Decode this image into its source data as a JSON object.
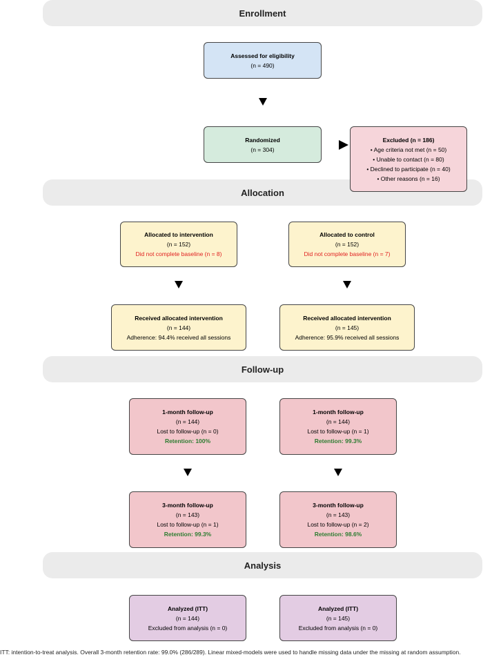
{
  "sections": {
    "enrollment": "Enrollment",
    "allocation": "Allocation",
    "followup": "Follow-up",
    "analysis": "Analysis"
  },
  "assessed": {
    "title": "Assessed for eligibility",
    "n": "(n = 490)"
  },
  "randomized": {
    "title": "Randomized",
    "n": "(n = 304)"
  },
  "excluded": {
    "title": "Excluded (n = 186)",
    "reasons": [
      "• Age criteria not met (n = 50)",
      "• Unable to contact (n = 80)",
      "• Declined to participate (n = 40)",
      "• Other reasons (n = 16)"
    ]
  },
  "alloc_int": {
    "title": "Allocated to intervention",
    "n": "(n = 152)",
    "note": "Did not complete baseline (n = 8)"
  },
  "alloc_ctl": {
    "title": "Allocated to control",
    "n": "(n = 152)",
    "note": "Did not complete baseline (n = 7)"
  },
  "recv_int": {
    "title": "Received allocated intervention",
    "n": "(n = 144)",
    "adherence": "Adherence: 94.4% received all sessions"
  },
  "recv_ctl": {
    "title": "Received allocated intervention",
    "n": "(n = 145)",
    "adherence": "Adherence: 95.9% received all sessions"
  },
  "fu1_int": {
    "title": "1-month follow-up",
    "n": "(n = 144)",
    "lost": "Lost to follow-up (n = 0)",
    "retention": "Retention: 100%"
  },
  "fu1_ctl": {
    "title": "1-month follow-up",
    "n": "(n = 144)",
    "lost": "Lost to follow-up (n = 1)",
    "retention": "Retention: 99.3%"
  },
  "fu3_int": {
    "title": "3-month follow-up",
    "n": "(n = 143)",
    "lost": "Lost to follow-up (n = 1)",
    "retention": "Retention: 99.3%"
  },
  "fu3_ctl": {
    "title": "3-month follow-up",
    "n": "(n = 143)",
    "lost": "Lost to follow-up (n = 2)",
    "retention": "Retention: 98.6%"
  },
  "an_int": {
    "title": "Analyzed (ITT)",
    "n": "(n = 144)",
    "excl": "Excluded from analysis (n = 0)"
  },
  "an_ctl": {
    "title": "Analyzed (ITT)",
    "n": "(n = 145)",
    "excl": "Excluded from analysis (n = 0)"
  },
  "footnote": "ITT: intention-to-treat analysis. Overall 3-month retention rate: 99.0% (286/289). Linear mixed-models were used to handle missing data under the missing at random assumption.",
  "colors": {
    "blue": "#d4e4f5",
    "green": "#d5ebdd",
    "pink": "#f6d5da",
    "yellow": "#fdf3cd",
    "rose": "#f2c6cb",
    "purple": "#e3cce3",
    "red_text": "#e02020",
    "green_text": "#2e7d32"
  }
}
